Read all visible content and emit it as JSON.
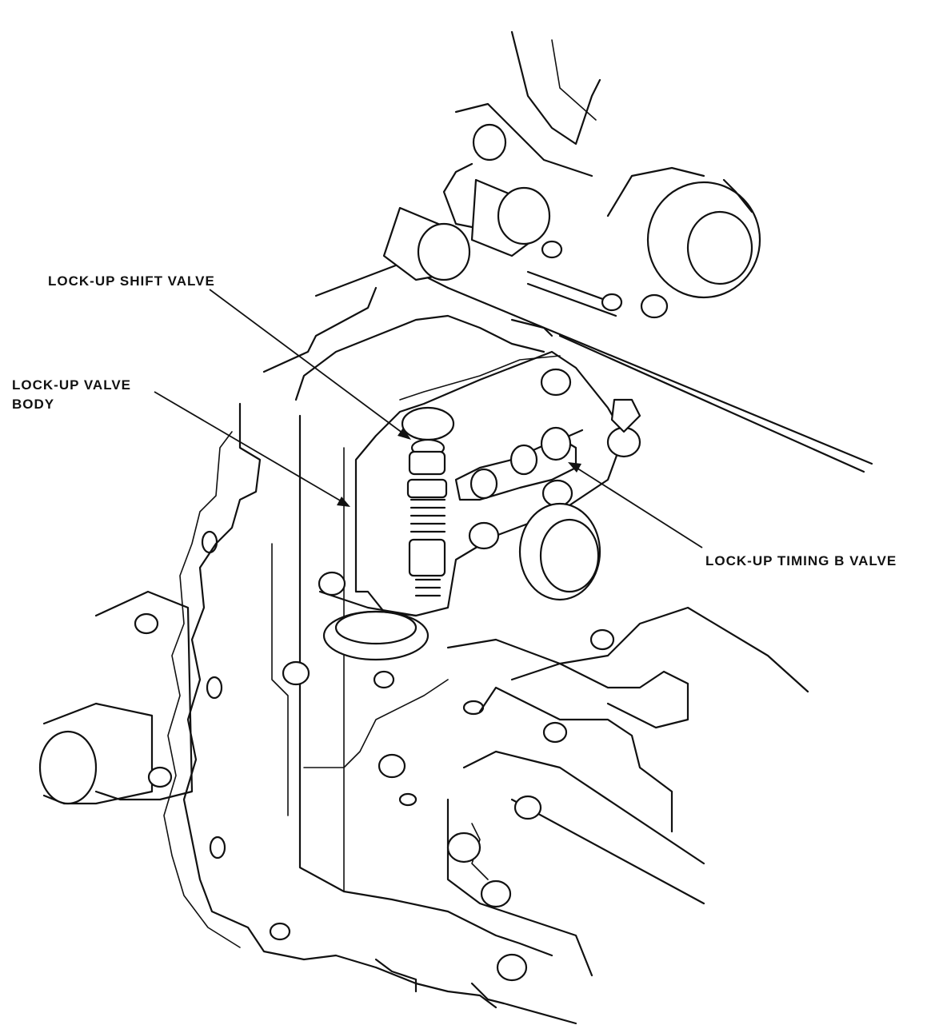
{
  "labels": {
    "lockup_shift_valve": "LOCK-UP SHIFT VALVE",
    "lockup_valve_body_line1": "LOCK-UP VALVE",
    "lockup_valve_body_line2": "BODY",
    "lockup_timing_b_valve": "LOCK-UP TIMING B VALVE"
  }
}
